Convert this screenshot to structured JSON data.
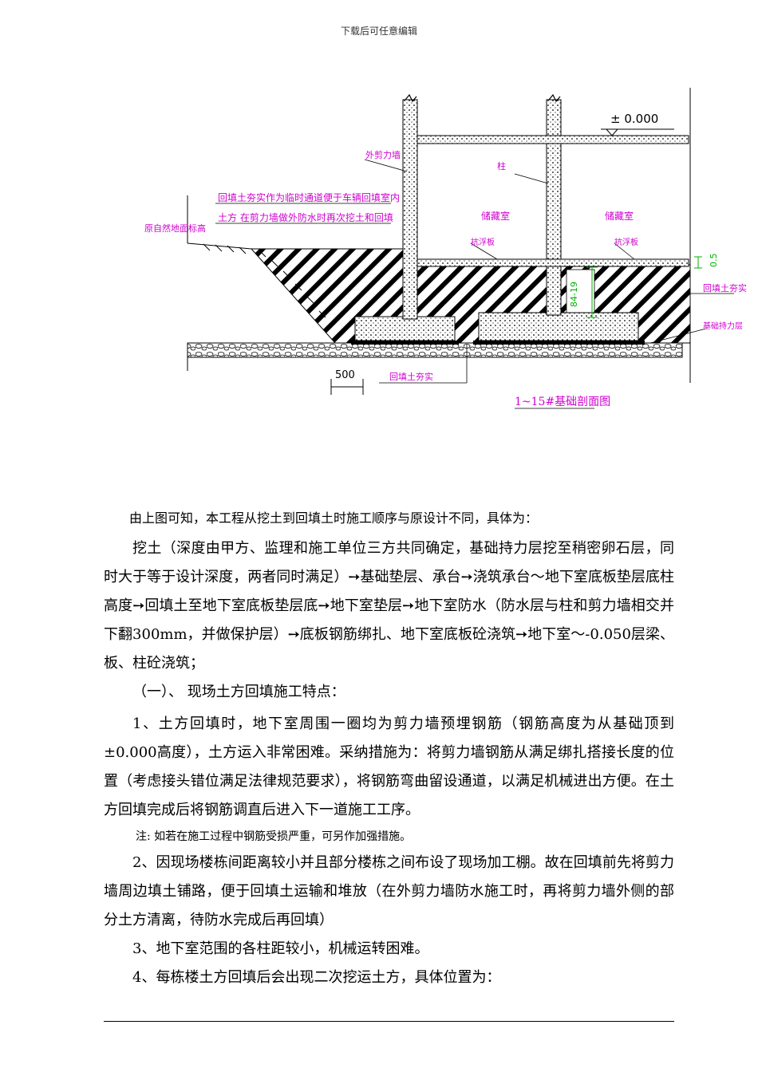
{
  "header": {
    "text": "下载后可任意编辑"
  },
  "figure": {
    "label_pm0": "± 0.000",
    "label_ext_wall": "外剪力墙",
    "label_column": "柱",
    "label_storage1": "储藏室",
    "label_storage2": "储藏室",
    "label_backfill_note1": "回填土夯实作为临时通道便于车辆回填室内",
    "label_backfill_note2": "土方  在剪力墙做外防水时再次挖土和回填",
    "label_original_ground": "原自然地面标高",
    "label_waterproof1": "抗浮板",
    "label_waterproof2": "抗浮板",
    "label_backfill_right": "回填土夯实",
    "label_foundation_layer": "基础持力层",
    "label_dim_500": "500",
    "label_backfill_bottom": "回填土夯实",
    "label_section_title": "1~15#基础剖面图",
    "label_dim_vert": "84-19",
    "label_dim_side": "0.5"
  },
  "body": {
    "p1": "由上图可知，本工程从挖土到回填土时施工顺序与原设计不同，具体为：",
    "p2": "挖土（深度由甲方、监理和施工单位三方共同确定，基础持力层挖至稍密卵石层，同时大于等于设计深度，两者同时满足）➙基础垫层、承台➙浇筑承台～地下室底板垫层底柱高度➙回填土至地下室底板垫层底➙地下室垫层➙地下室防水（防水层与柱和剪力墙相交并下翻300mm，并做保护层）➙底板钢筋绑扎、地下室底板砼浇筑➙地下室～-0.050层梁、板、柱砼浇筑；",
    "p3": "（一）、 现场土方回填施工特点：",
    "p4": "1、土方回填时，地下室周围一圈均为剪力墙预埋钢筋（钢筋高度为从基础顶到±0.000高度），土方运入非常困难。采纳措施为：将剪力墙钢筋从满足绑扎搭接长度的位置（考虑接头错位满足法律规范要求），将钢筋弯曲留设通道，以满足机械进出方便。在土方回填完成后将钢筋调直后进入下一道施工工序。",
    "note": "注: 如若在施工过程中钢筋受损严重，可另作加强措施。",
    "p5": "2、因现场楼栋间距离较小并且部分楼栋之间布设了现场加工棚。故在回填前先将剪力墙周边填土铺路，便于回填土运输和堆放（在外剪力墙防水施工时，再将剪力墙外侧的部分土方清离，待防水完成后再回填）",
    "p6": "3、地下室范围的各柱距较小，机械运转困难。",
    "p7": "4、每栋楼土方回填后会出现二次挖运土方，具体位置为："
  },
  "colors": {
    "label_magenta": "#d000d0",
    "dim_green": "#00b000",
    "line": "#000000"
  }
}
